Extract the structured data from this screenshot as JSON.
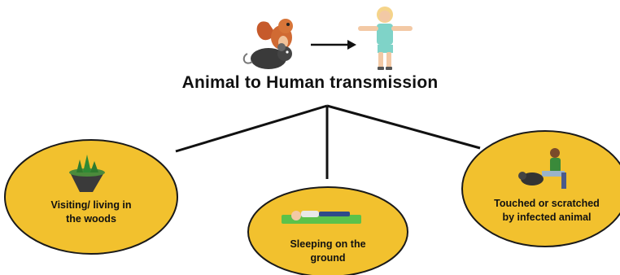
{
  "title": "Animal to Human transmission",
  "nodes": [
    {
      "label_line1": "Visiting/ living in",
      "label_line2": "the woods",
      "icon": "forest-island-icon"
    },
    {
      "label_line1": "Sleeping on the",
      "label_line2": "ground",
      "icon": "sleeping-person-icon"
    },
    {
      "label_line1": "Touched or scratched",
      "label_line2": "by infected animal",
      "icon": "person-with-rat-icon"
    }
  ],
  "colors": {
    "ellipse_fill": "#f2c12e",
    "ellipse_stroke": "#1a1a1a",
    "line": "#111111"
  },
  "header_icons": [
    "squirrel-icon",
    "rat-icon",
    "arrow-right-icon",
    "human-figure-icon"
  ]
}
